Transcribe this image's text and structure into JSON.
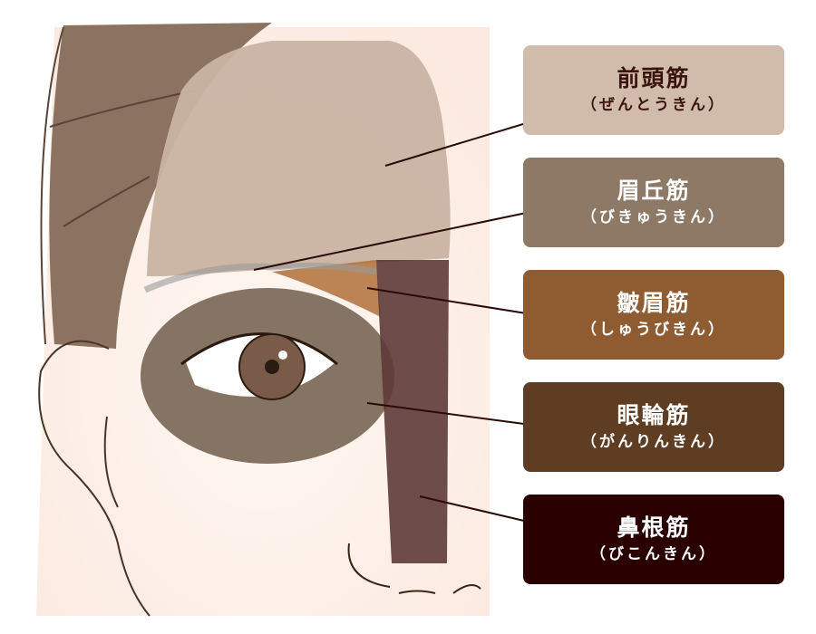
{
  "muscles": [
    {
      "name": "前頭筋",
      "reading": "（ぜんとうきん）",
      "color": "#d1bbaa",
      "text_color": "#3a1510"
    },
    {
      "name": "眉丘筋",
      "reading": "（びきゅうきん）",
      "color": "#8e7866",
      "text_color": "#ffffff"
    },
    {
      "name": "皺眉筋",
      "reading": "（しゅうびきん）",
      "color": "#8f5c32",
      "text_color": "#ffffff"
    },
    {
      "name": "眼輪筋",
      "reading": "（がんりんきん）",
      "color": "#5e3d22",
      "text_color": "#ffffff"
    },
    {
      "name": "鼻根筋",
      "reading": "（びこんきん）",
      "color": "#2a0000",
      "text_color": "#ffffff"
    }
  ]
}
